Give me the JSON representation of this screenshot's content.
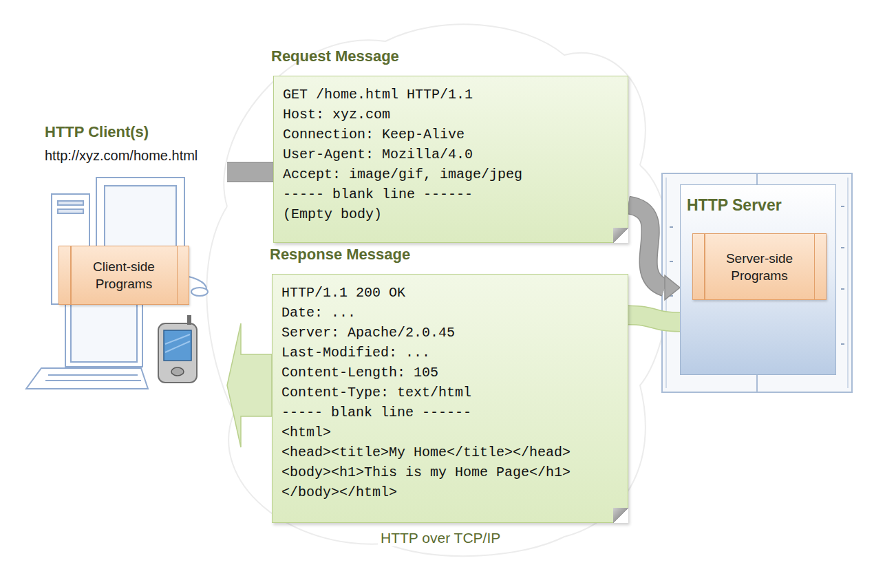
{
  "diagram": {
    "nodes": [
      {
        "text": [
          "HTTP Client(s)",
          "http://xyz.com/home.html"
        ]
      },
      {
        "text": [
          "Client-side Programs"
        ],
        "in": 0
      },
      {
        "text": [
          "Request Message",
          "GET /home.html HTTP/1.1",
          "Host: xyz.com",
          "Connection: Keep-Alive",
          "User-Agent: Mozilla/4.0",
          "Accept: image/gif, image/jpeg",
          "----- blank line ------",
          "(Empty body)"
        ]
      },
      {
        "text": [
          "Response Message",
          "HTTP/1.1 200 OK",
          "Date: ...",
          "Server: Apache/2.0.45",
          "Last-Modified: ...",
          "Content-Length: 105",
          "Content-Type: text/html",
          "----- blank line ------",
          "<html>",
          "<head><title>My Home</title></head>",
          "<body><h1>This is my Home Page</h1>",
          "</body></html>"
        ]
      },
      {
        "text": [
          "HTTP Server"
        ]
      },
      {
        "text": [
          "Server-side Programs"
        ],
        "in": 4
      }
    ],
    "edges": [
      {
        "from": 0,
        "to": 2,
        "arrow": "none"
      },
      {
        "from": 2,
        "to": 4,
        "arrow": "to"
      },
      {
        "from": 4,
        "to": 3,
        "arrow": "none"
      },
      {
        "from": 3,
        "to": 0,
        "arrow": "to"
      }
    ],
    "labels": [
      "HTTP over TCP/IP"
    ]
  }
}
